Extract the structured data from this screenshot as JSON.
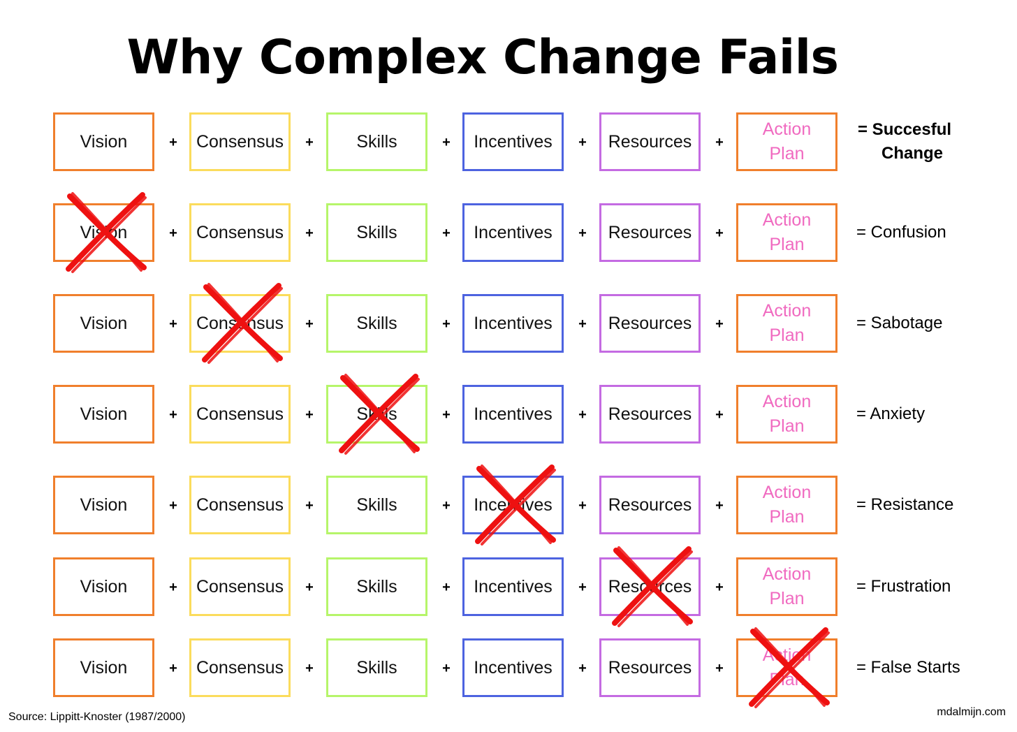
{
  "title": "Why Complex Change Fails",
  "factors": [
    {
      "key": "vision",
      "label": "Vision",
      "color": "#f07f2c",
      "text_color": "#111111"
    },
    {
      "key": "consensus",
      "label": "Consensus",
      "color": "#fbdc5c",
      "text_color": "#111111"
    },
    {
      "key": "skills",
      "label": "Skills",
      "color": "#b6f56a",
      "text_color": "#111111"
    },
    {
      "key": "incentives",
      "label": "Incentives",
      "color": "#4d63e0",
      "text_color": "#111111"
    },
    {
      "key": "resources",
      "label": "Resources",
      "color": "#c46be2",
      "text_color": "#111111"
    },
    {
      "key": "action-plan",
      "label": "Action Plan",
      "lines": [
        "Action",
        "Plan"
      ],
      "color": "#f07f2c",
      "text_color": "#f06ac0"
    }
  ],
  "operator": "+",
  "rows": [
    {
      "missing": null,
      "result_lines": [
        "= Succesful",
        "Change"
      ],
      "bold": true
    },
    {
      "missing": 0,
      "result_lines": [
        "= Confusion"
      ]
    },
    {
      "missing": 1,
      "result_lines": [
        "= Sabotage"
      ]
    },
    {
      "missing": 2,
      "result_lines": [
        "= Anxiety"
      ]
    },
    {
      "missing": 3,
      "result_lines": [
        "= Resistance"
      ]
    },
    {
      "missing": 4,
      "result_lines": [
        "= Frustration"
      ]
    },
    {
      "missing": 5,
      "result_lines": [
        "= False Starts"
      ]
    }
  ],
  "cross_color": "#ee1111",
  "cross_icon": "red-x-cross-icon",
  "source": "Source: Lippitt-Knoster (1987/2000)",
  "credit": "mdalmijn.com"
}
